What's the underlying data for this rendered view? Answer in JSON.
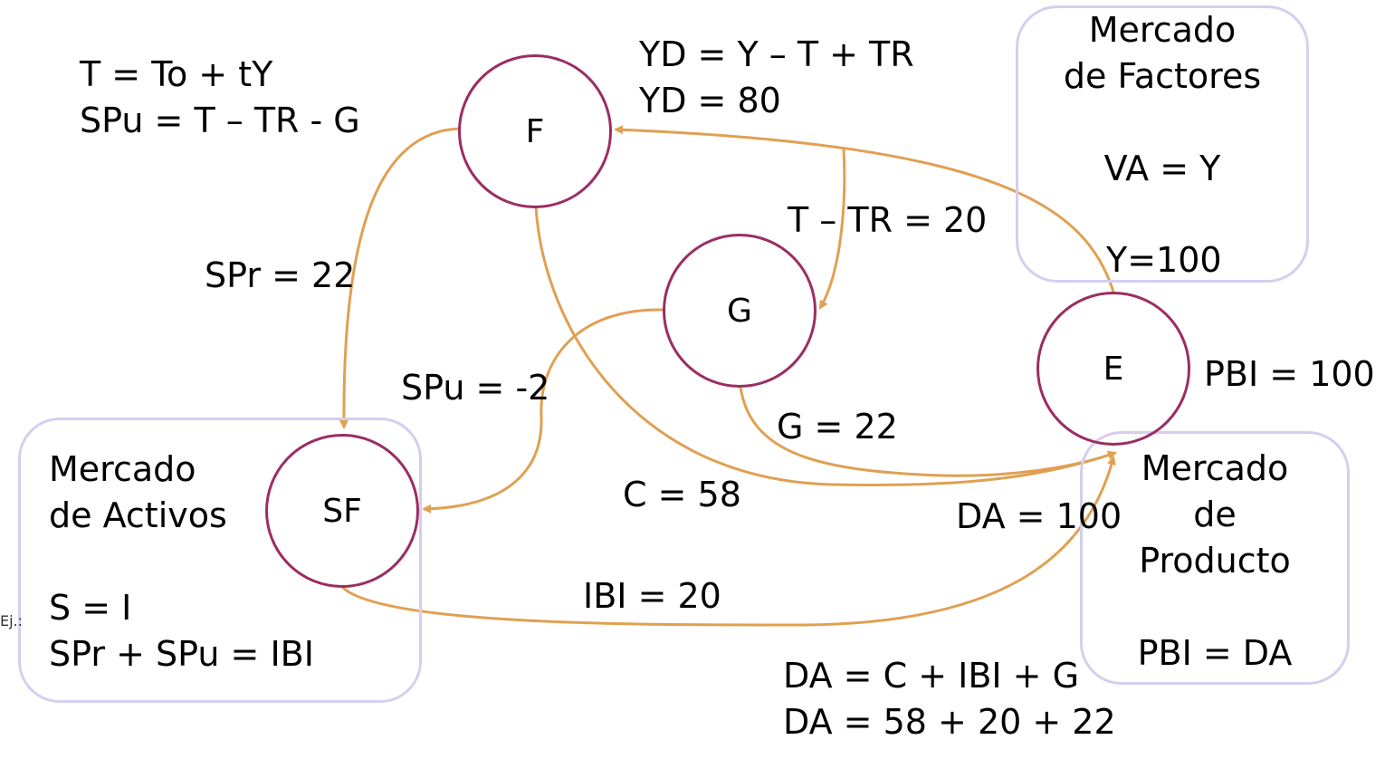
{
  "nodes": {
    "F": "F",
    "G": "G",
    "E": "E",
    "SF": "SF"
  },
  "boxes": {
    "factores": {
      "line1": "Mercado",
      "line2": "de Factores",
      "eq": "VA = Y",
      "value": "Y=100"
    },
    "activos": {
      "line1": "Mercado",
      "line2": "de Activos",
      "eq1": "S = I",
      "eq2": "SPr + SPu = IBI"
    },
    "producto": {
      "line1": "Mercado",
      "line2": "de",
      "line3": "Producto",
      "eq": "PBI = DA"
    }
  },
  "formulas": {
    "taxes": "T = To + tY",
    "public_saving": "SPu = T – TR - G",
    "yd_def": "YD = Y – T + TR",
    "yd_val": "YD = 80",
    "pbi": "PBI = 100",
    "da_def": "DA = C + IBI + G",
    "da_sum": "DA = 58 + 20 +  22"
  },
  "flows": {
    "t_tr": "T – TR = 20",
    "spr": "SPr = 22",
    "spu": "SPu = -2",
    "g": "G = 22",
    "c": "C = 58",
    "da": "DA = 100",
    "ibi": "IBI = 20"
  },
  "footnote": "Ej.:",
  "colors": {
    "node_border": "#9b2d63",
    "box_border": "#d6cdf0",
    "arrow": "#e0a052"
  }
}
